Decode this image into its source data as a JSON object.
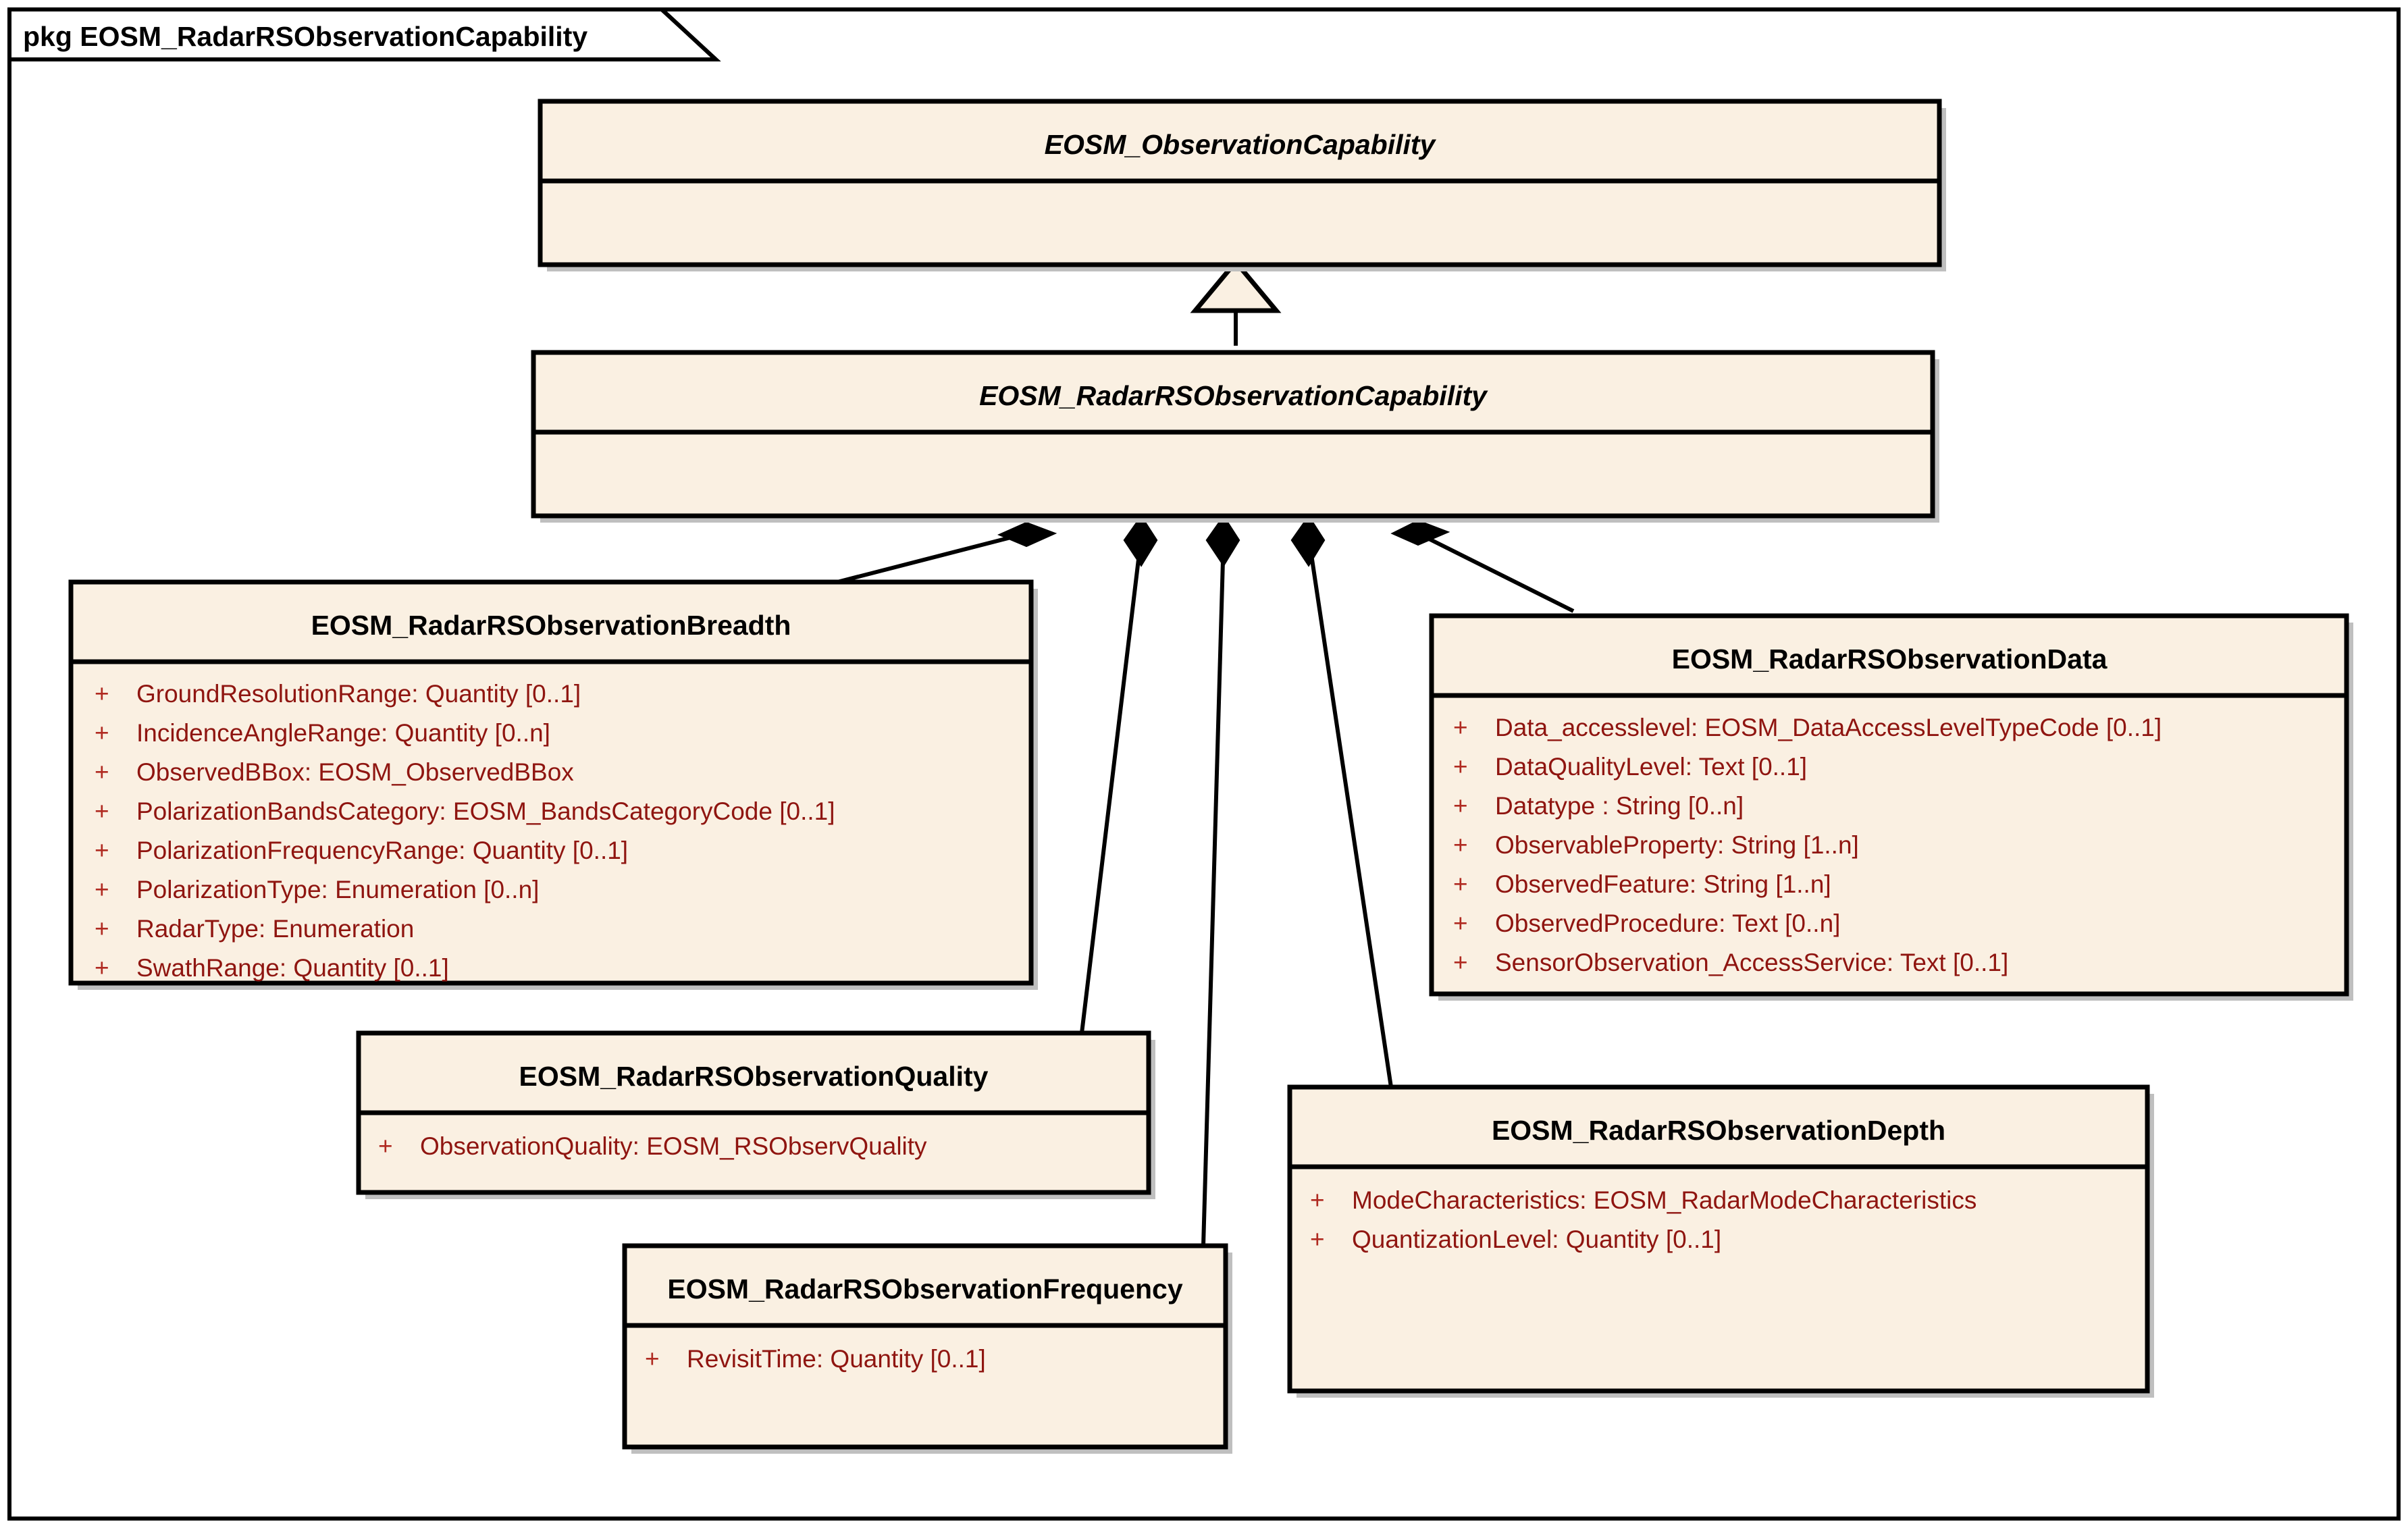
{
  "package": {
    "label": "pkg EOSM_RadarRSObservationCapability"
  },
  "classes": {
    "observation_capability": {
      "name": "EOSM_ObservationCapability",
      "abstract": true,
      "attributes": []
    },
    "radar_rs_observation_capability": {
      "name": "EOSM_RadarRSObservationCapability",
      "abstract": true,
      "attributes": []
    },
    "breadth": {
      "name": "EOSM_RadarRSObservationBreadth",
      "abstract": false,
      "attributes": [
        {
          "visibility": "+",
          "text": "GroundResolutionRange:  Quantity [0..1]"
        },
        {
          "visibility": "+",
          "text": "IncidenceAngleRange:  Quantity [0..n]"
        },
        {
          "visibility": "+",
          "text": "ObservedBBox:  EOSM_ObservedBBox"
        },
        {
          "visibility": "+",
          "text": "PolarizationBandsCategory:  EOSM_BandsCategoryCode [0..1]"
        },
        {
          "visibility": "+",
          "text": "PolarizationFrequencyRange:  Quantity [0..1]"
        },
        {
          "visibility": "+",
          "text": "PolarizationType:  Enumeration [0..n]"
        },
        {
          "visibility": "+",
          "text": "RadarType:  Enumeration"
        },
        {
          "visibility": "+",
          "text": "SwathRange:  Quantity [0..1]"
        }
      ]
    },
    "data": {
      "name": "EOSM_RadarRSObservationData",
      "abstract": false,
      "attributes": [
        {
          "visibility": "+",
          "text": "Data_accesslevel:  EOSM_DataAccessLevelTypeCode [0..1]"
        },
        {
          "visibility": "+",
          "text": "DataQualityLevel:  Text [0..1]"
        },
        {
          "visibility": "+",
          "text": "Datatype :  String [0..n]"
        },
        {
          "visibility": "+",
          "text": "ObservableProperty:  String [1..n]"
        },
        {
          "visibility": "+",
          "text": "ObservedFeature:  String [1..n]"
        },
        {
          "visibility": "+",
          "text": "ObservedProcedure:  Text [0..n]"
        },
        {
          "visibility": "+",
          "text": "SensorObservation_AccessService:  Text [0..1]"
        }
      ]
    },
    "quality": {
      "name": "EOSM_RadarRSObservationQuality",
      "abstract": false,
      "attributes": [
        {
          "visibility": "+",
          "text": "ObservationQuality:  EOSM_RSObservQuality"
        }
      ]
    },
    "depth": {
      "name": "EOSM_RadarRSObservationDepth",
      "abstract": false,
      "attributes": [
        {
          "visibility": "+",
          "text": "ModeCharacteristics:  EOSM_RadarModeCharacteristics"
        },
        {
          "visibility": "+",
          "text": "QuantizationLevel:  Quantity [0..1]"
        }
      ]
    },
    "frequency": {
      "name": "EOSM_RadarRSObservationFrequency",
      "abstract": false,
      "attributes": [
        {
          "visibility": "+",
          "text": "RevisitTime:  Quantity [0..1]"
        }
      ]
    }
  },
  "relationships": [
    {
      "type": "generalization",
      "from": "radar_rs_observation_capability",
      "to": "observation_capability"
    },
    {
      "type": "composition",
      "from": "radar_rs_observation_capability",
      "to": "breadth"
    },
    {
      "type": "composition",
      "from": "radar_rs_observation_capability",
      "to": "quality"
    },
    {
      "type": "composition",
      "from": "radar_rs_observation_capability",
      "to": "frequency"
    },
    {
      "type": "composition",
      "from": "radar_rs_observation_capability",
      "to": "depth"
    },
    {
      "type": "composition",
      "from": "radar_rs_observation_capability",
      "to": "data"
    }
  ],
  "colors": {
    "box_fill": "#faf0e2",
    "box_border": "#000000",
    "attribute_text": "#8f1510",
    "shadow": "#bfbfbf",
    "background": "#ffffff"
  }
}
